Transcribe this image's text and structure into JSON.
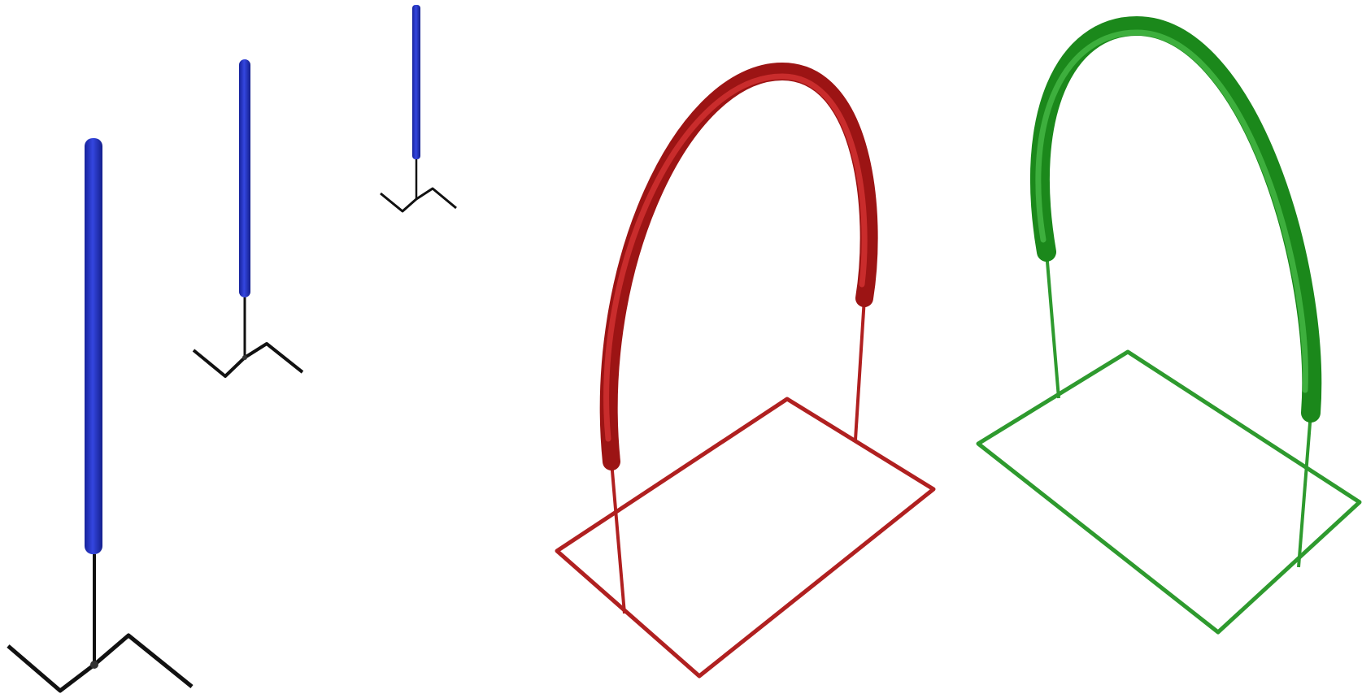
{
  "scene": {
    "background": "#ffffff",
    "colors": {
      "rod_blue": "#1f2fc4",
      "rod_blue_highlight": "#4a5cf0",
      "base_black": "#111111",
      "red_tube": "#b01818",
      "red_tube_highlight": "#e03a3a",
      "red_wire": "#b02020",
      "green_tube": "#1e8c1e",
      "green_tube_highlight": "#46c046",
      "green_wire": "#2e9a2e"
    },
    "objects": [
      {
        "name": "large-blue-rod-stand",
        "kind": "rod-on-y-base"
      },
      {
        "name": "medium-blue-rod-stand",
        "kind": "rod-on-y-base"
      },
      {
        "name": "small-blue-rod-stand",
        "kind": "rod-on-y-base"
      },
      {
        "name": "red-arch-frame",
        "kind": "arch-on-rectangle"
      },
      {
        "name": "green-arch-frame",
        "kind": "arch-on-rectangle"
      }
    ]
  }
}
